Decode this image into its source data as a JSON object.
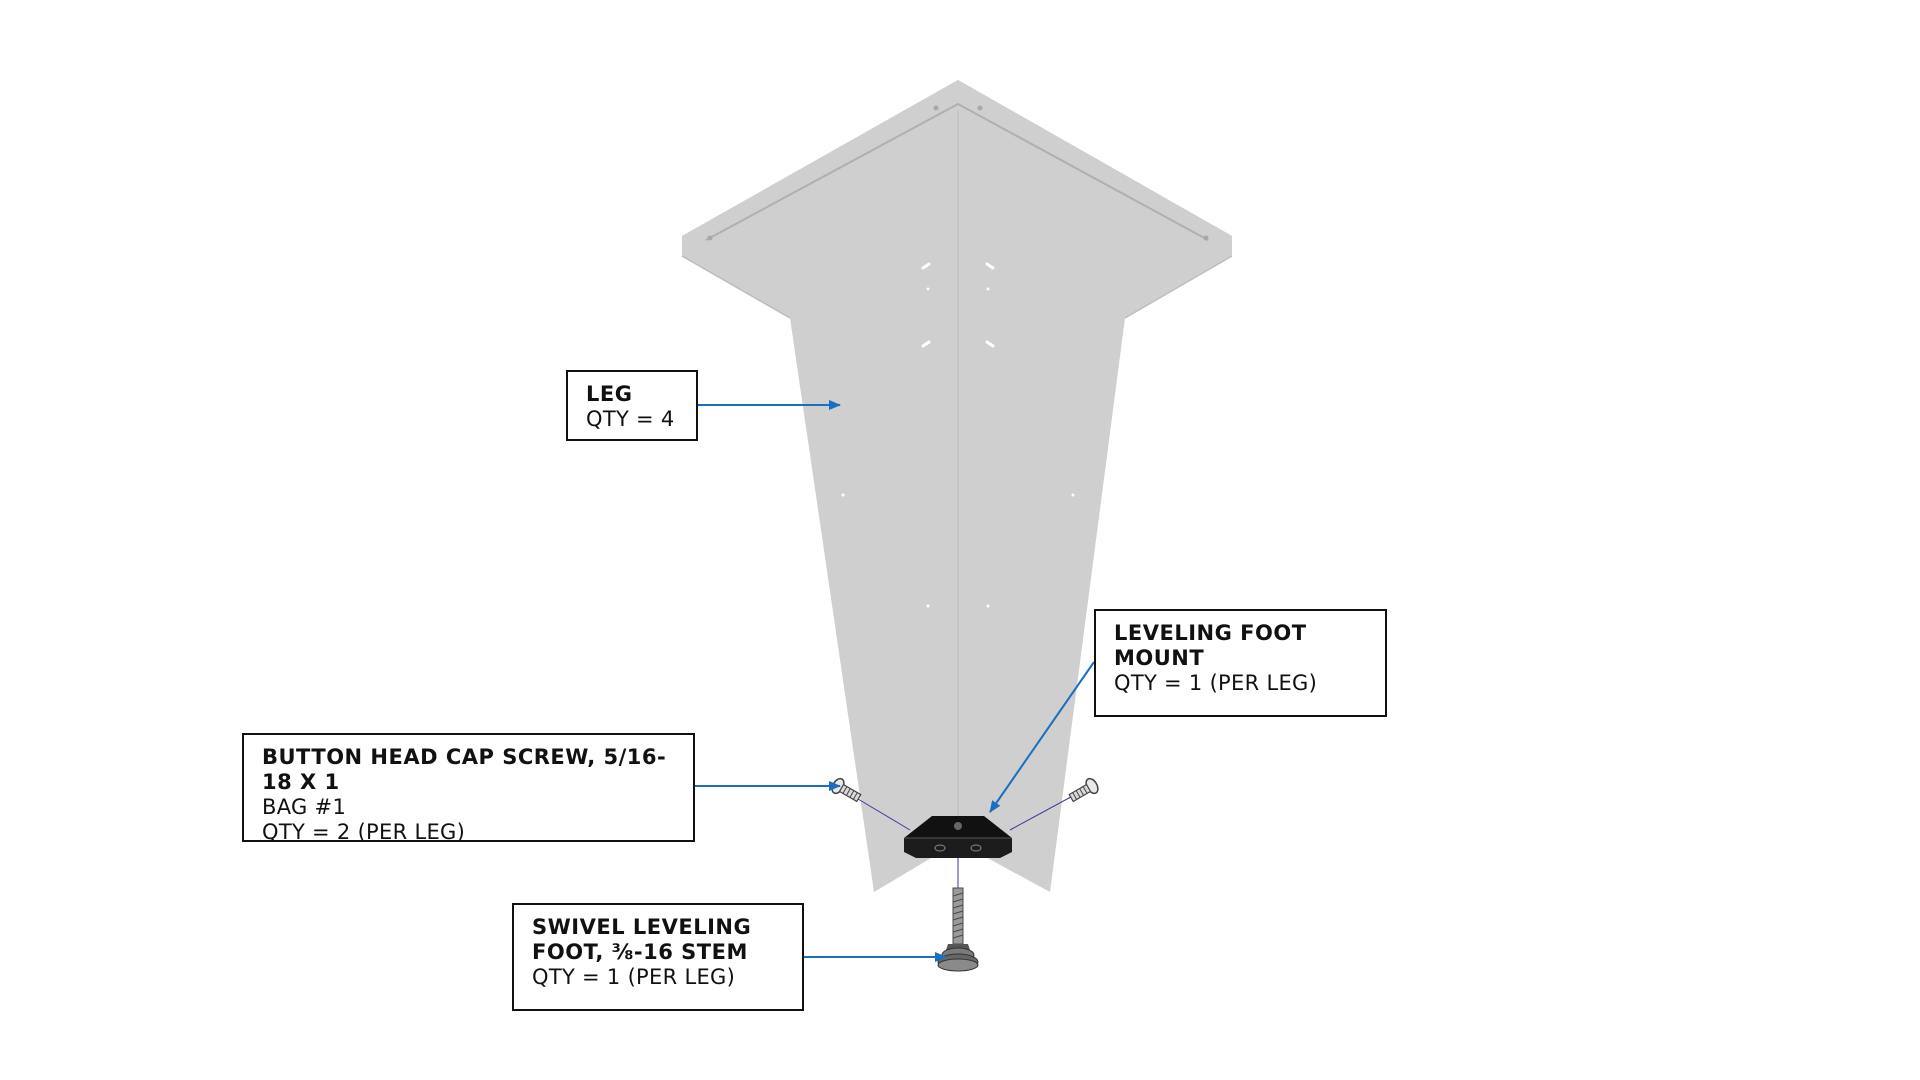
{
  "colors": {
    "leg_fill": "#cfcfcf",
    "leg_shadow": "#bdbdbd",
    "leader_arrow": "#1a6fc0",
    "hardware": "#111111",
    "box_border": "#111111"
  },
  "callouts": {
    "leg": {
      "name_lines": [
        "LEG"
      ],
      "details": [
        "QTY = 4"
      ]
    },
    "leveling_foot_mount": {
      "name_lines": [
        "LEVELING FOOT",
        "MOUNT"
      ],
      "details": [
        "QTY = 1 (PER LEG)"
      ]
    },
    "button_head_cap_screw": {
      "name_lines": [
        "BUTTON HEAD CAP SCREW, 5/16-",
        "18 X 1"
      ],
      "details": [
        "BAG #1",
        "QTY = 2 (PER LEG)"
      ]
    },
    "swivel_leveling_foot": {
      "name_lines": [
        "SWIVEL LEVELING",
        "FOOT, ⅜-16 STEM"
      ],
      "details": [
        "QTY = 1 (PER LEG)"
      ]
    }
  },
  "icons": {
    "leg_part": "table-leg-icon",
    "mount_part": "foot-mount-bracket-icon",
    "screw_part": "cap-screw-icon",
    "foot_part": "swivel-foot-icon",
    "leader": "arrow-right-icon"
  }
}
